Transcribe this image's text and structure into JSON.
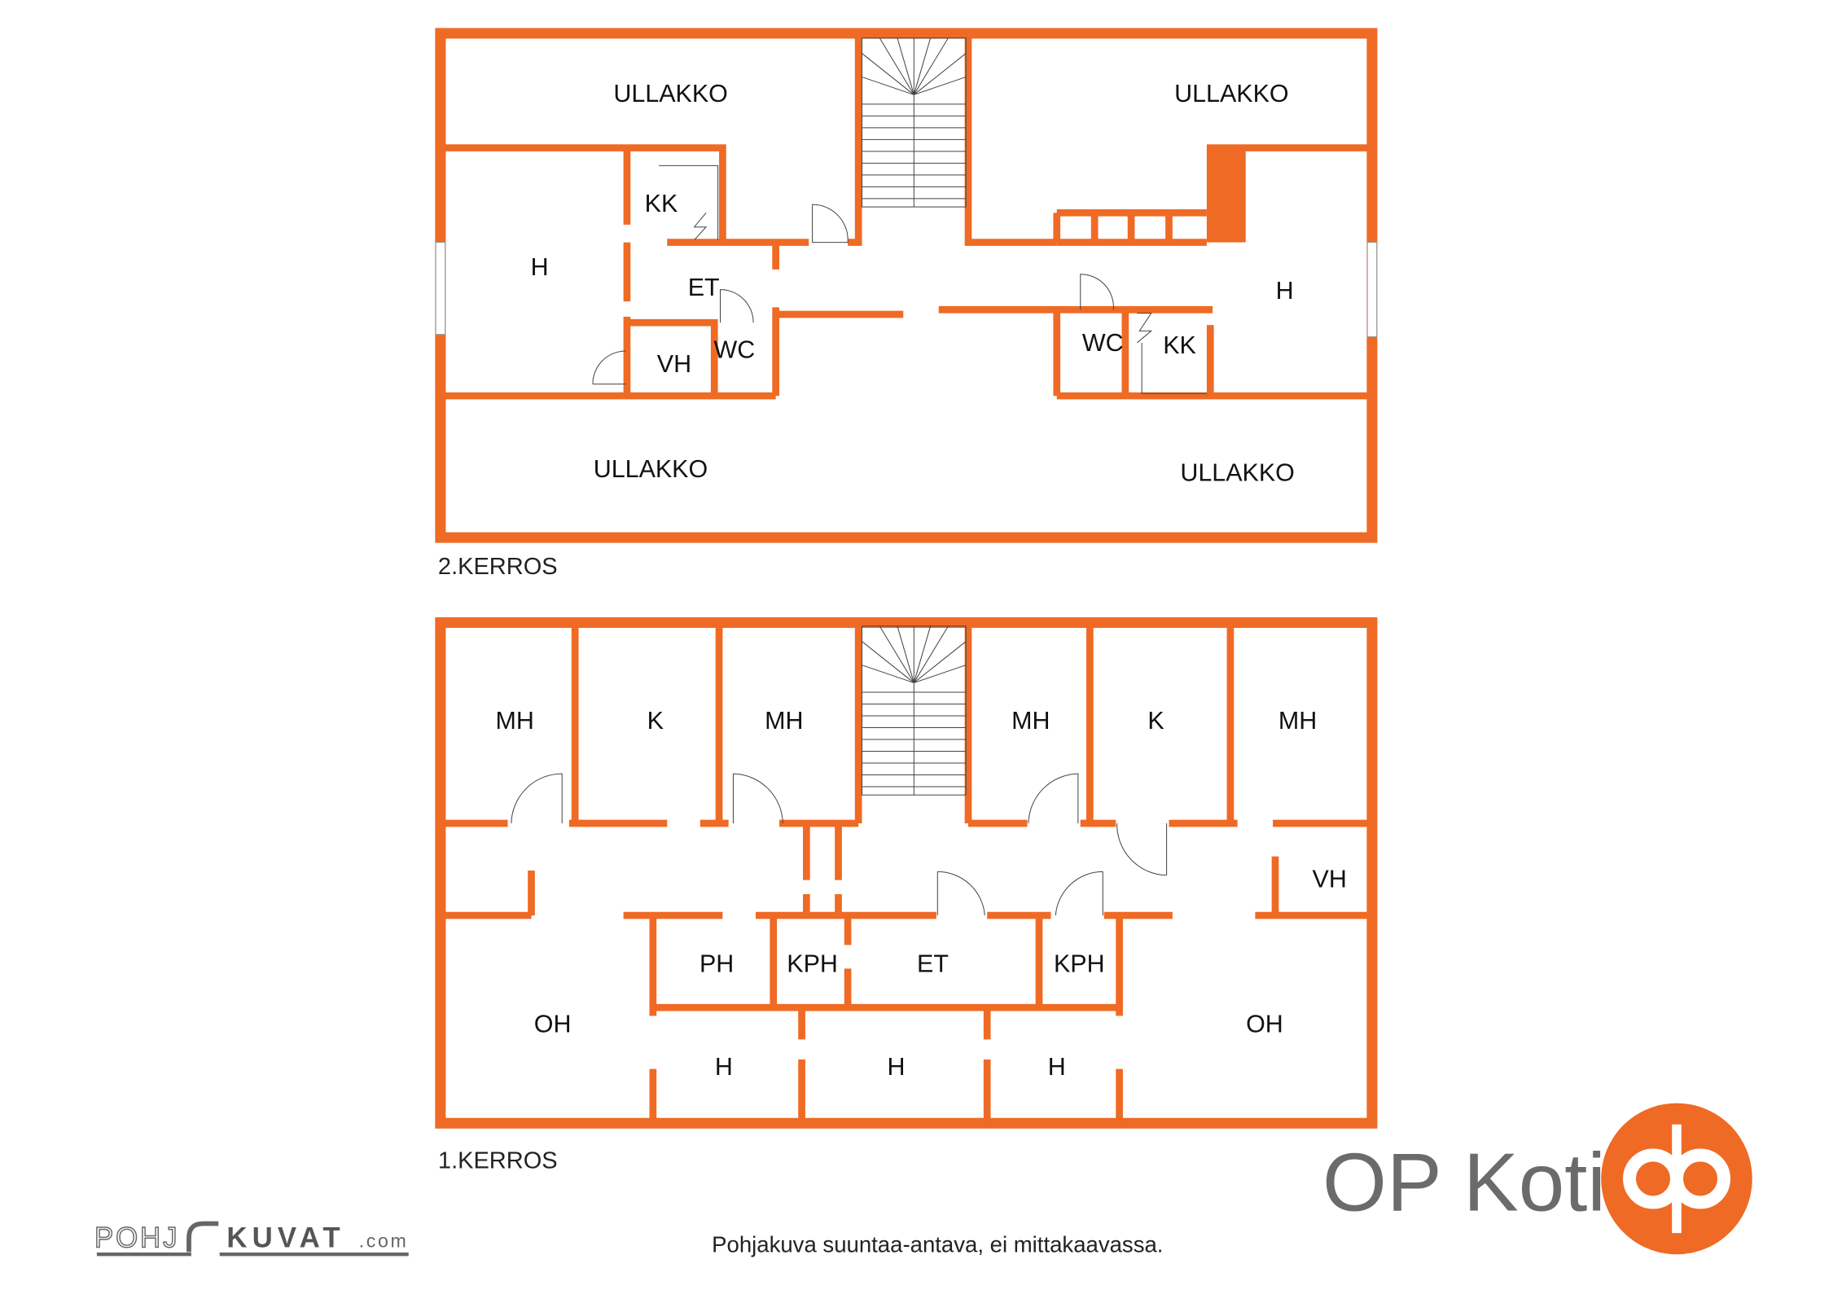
{
  "floors": {
    "upper": {
      "title": "2.KERROS",
      "rooms": {
        "attic_tl": "ULLAKKO",
        "attic_tr": "ULLAKKO",
        "attic_bl": "ULLAKKO",
        "attic_br": "ULLAKKO",
        "h_left": "H",
        "kk_left": "KK",
        "et": "ET",
        "vh": "VH",
        "wc_left": "WC",
        "h_right": "H",
        "wc_right": "WC",
        "kk_right": "KK"
      }
    },
    "lower": {
      "title": "1.KERROS",
      "rooms": {
        "mh1": "MH",
        "k1": "K",
        "mh2": "MH",
        "mh3": "MH",
        "k2": "K",
        "mh4": "MH",
        "vh": "VH",
        "ph": "PH",
        "kph1": "KPH",
        "et": "ET",
        "kph2": "KPH",
        "oh_left": "OH",
        "oh_right": "OH",
        "h1": "H",
        "h2": "H",
        "h3": "H"
      }
    }
  },
  "footer": {
    "disclaimer": "Pohjakuva suuntaa-antava, ei mittakaavassa.",
    "pohjakuvat_logo": {
      "part1": "POHJ",
      "part2": "KUVAT",
      "part3": ".com"
    },
    "brand": "OP Koti"
  },
  "colors": {
    "wall": "#ef6a24",
    "brand": "#ef6a24",
    "brand_text": "#6b6b6b"
  }
}
